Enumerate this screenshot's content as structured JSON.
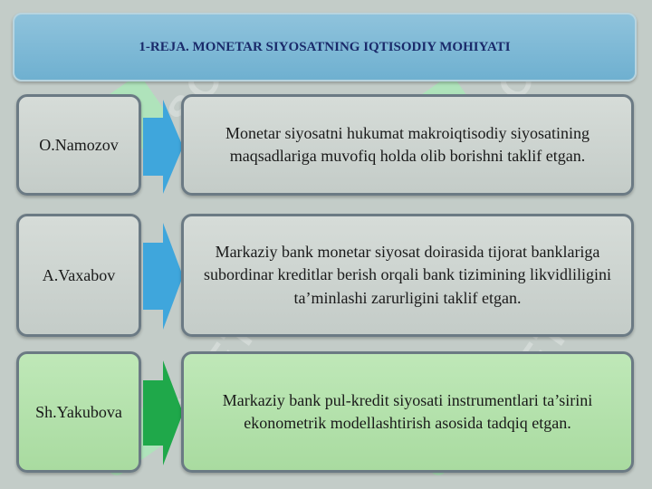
{
  "title": "1-REJA. MONETAR SIYOSATNING IQTISODIY MOHIYATI",
  "watermark_text": "SOFT",
  "colors": {
    "title_bg": "#7fb9d6",
    "arrow_blue": "#3fa6dc",
    "arrow_green": "#1fa84a",
    "box_grey": "#cdd4d0",
    "box_green": "#b4e0ab"
  },
  "rows": [
    {
      "name": "O.Namozov",
      "text": "Monetar siyosatni hukumat makroiqtisodiy siyosatining maqsadlariga muvofiq holda olib borishni taklif etgan."
    },
    {
      "name": "A.Vaxabov",
      "text": "Markaziy bank monetar siyosat doirasida tijorat banklariga subordinar kreditlar berish orqali bank tizimining likvidliligini ta’minlashi zarurligini taklif etgan."
    },
    {
      "name": "Sh.Yakubova",
      "text": "Markaziy bank pul-kredit siyosati instrumentlari ta’sirini ekonometrik modellashtirish asosida tadqiq etgan."
    }
  ]
}
